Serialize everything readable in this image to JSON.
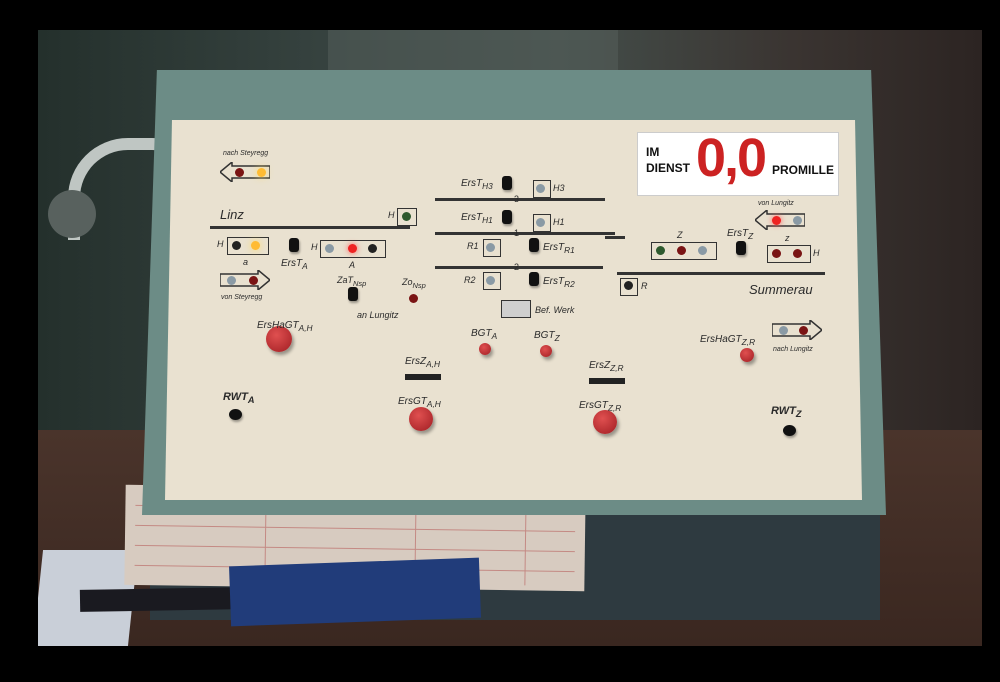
{
  "panel": {
    "logo": {
      "im": "IM",
      "dienst": "DIENST",
      "value": "0,0",
      "promille": "PROMILLE"
    },
    "labels": {
      "nach_steyregg": "nach Steyregg",
      "linz": "Linz",
      "h": "H",
      "a_small": "a",
      "a_big": "A",
      "ers_a": "ErsT",
      "ers_a_sub": "A",
      "von_steyregg": "von Steyregg",
      "zat": "ZaT",
      "zat_sub": "Nsp",
      "zo": "Zo",
      "zo_sub": "Nsp",
      "an_lungitz": "an Lungitz",
      "ers_h3": "ErsT",
      "ers_h3_sub": "H3",
      "h3": "H3",
      "ers_h1": "ErsT",
      "ers_h1_sub": "H1",
      "h1": "H1",
      "r1": "R1",
      "ers_r1": "ErsT",
      "ers_r1_sub": "R1",
      "r2": "R2",
      "ers_r2": "ErsT",
      "ers_r2_sub": "R2",
      "track3": "3",
      "track1": "1",
      "track2": "2",
      "bef_werk": "Bef. Werk",
      "von_lungitz": "von Lungitz",
      "z_upper": "Z",
      "z_lower": "z",
      "ers_z": "ErsT",
      "ers_z_sub": "Z",
      "r": "R",
      "summerau": "Summerau",
      "ershagt_ah": "ErsHaGT",
      "ershagt_ah_sub": "A,H",
      "bgt_a": "BGT",
      "bgt_a_sub": "A",
      "bgt_z": "BGT",
      "bgt_z_sub": "Z",
      "ershagt_zr": "ErsHaGT",
      "ershagt_zr_sub": "Z,R",
      "nach_lungitz": "nach Lungitz",
      "ersz_ah": "ErsZ",
      "ersz_ah_sub": "A,H",
      "ersz_zr": "ErsZ",
      "ersz_zr_sub": "Z,R",
      "rwt_a": "RWT",
      "rwt_a_sub": "A",
      "ersgt_ah": "ErsGT",
      "ersgt_ah_sub": "A,H",
      "ersgt_zr": "ErsGT",
      "ersgt_zr_sub": "Z,R",
      "rwt_z": "RWT",
      "rwt_z_sub": "Z"
    },
    "colors": {
      "panel": "#e9e1d0",
      "case": "#6c8c86",
      "lamp_red": "#e22",
      "lamp_yellow": "#fb3",
      "button_red": "#c0282c"
    }
  }
}
